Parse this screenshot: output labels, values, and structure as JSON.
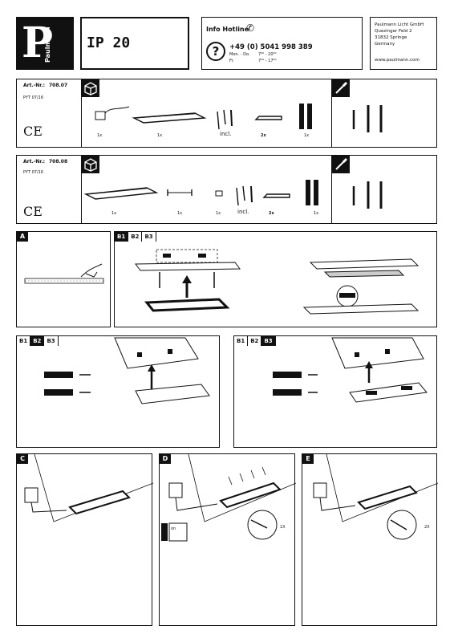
{
  "header": {
    "logo_letter": "P",
    "logo_brand": "Paulmann",
    "ip_rating": "IP 20",
    "hotline": {
      "title": "Info Hotline",
      "phone": "+49 (0) 5041 998 389",
      "line1_days": "Mon. - Do.",
      "line1_hours": "7⁰⁰ - 20⁰⁰",
      "line2_days": "Fr.",
      "line2_hours": "7⁰⁰ - 17⁰⁰"
    },
    "company": {
      "name": "Paulmann Licht GmbH",
      "street": "Quezinger Feld 2",
      "city": "31832 Springe",
      "country": "Germany",
      "web": "www.paulmann.com"
    }
  },
  "product1": {
    "art_label": "Art.-Nr.:",
    "art_no": "708.07",
    "code": "PYT 07/16",
    "ce": "CE",
    "qty": [
      "1x",
      "1x",
      "incl.",
      "2x",
      "1x"
    ]
  },
  "product2": {
    "art_label": "Art.-Nr.:",
    "art_no": "708.08",
    "code": "PYT 07/16",
    "ce": "CE",
    "qty": [
      "1x",
      "1x",
      "1x",
      "incl.",
      "2x",
      "1x"
    ]
  },
  "steps": {
    "a": "A",
    "b_tabs": [
      "B1",
      "B2",
      "B3"
    ],
    "c": "C",
    "d": "D",
    "e": "E",
    "d_on": "on",
    "d_count": "1X",
    "e_count": "2X"
  }
}
